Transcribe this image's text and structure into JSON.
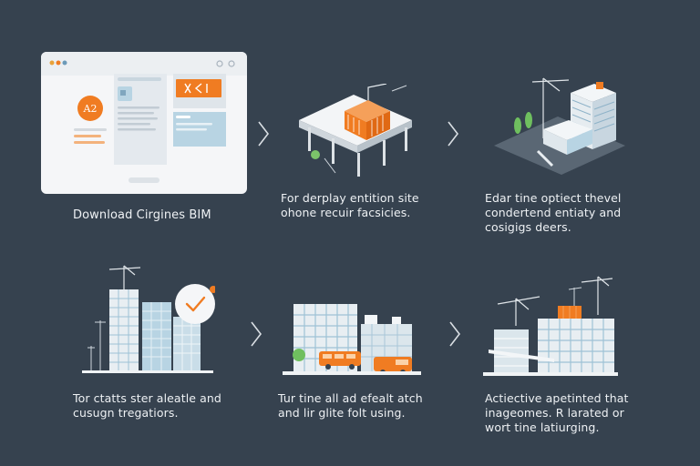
{
  "steps": [
    {
      "caption": "Download Cirgines BIM"
    },
    {
      "caption": "For derplay entition site\nohone recuir facsicies."
    },
    {
      "caption": "Edar tine optiect thevel\ncondertend entiaty and\ncosigigs deers."
    },
    {
      "caption": "Tor ctatts ster aleatle and\ncusugn tregatiors."
    },
    {
      "caption": "Tur tine all ad efealt atch\nand lir glite folt using."
    },
    {
      "caption": "Actiective apetinted that\ninageomes. R larated or\nwort tine latiurging."
    }
  ],
  "app_window": {
    "avatar_label": "A2",
    "window_dots": [
      "#e8a23a",
      "#f07c22",
      "#6c9ab8"
    ]
  },
  "colors": {
    "background": "#36424f",
    "accent": "#f07c22",
    "panel": "#f4f6f8",
    "glass": "#b8d4e3"
  },
  "icons": [
    "chevron-right-icon",
    "check-icon",
    "crane-icon",
    "truck-icon",
    "tree-icon"
  ]
}
